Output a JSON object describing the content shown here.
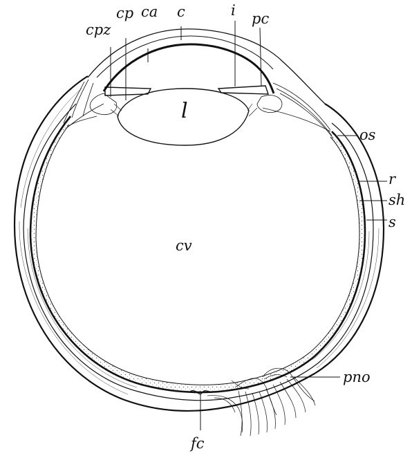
{
  "diagram": {
    "labels": {
      "c": "c",
      "ca": "ca",
      "cp": "cp",
      "cpz": "cpz",
      "i": "i",
      "pc": "pc",
      "l": "l",
      "os": "os",
      "r": "r",
      "sh": "sh",
      "s": "s",
      "cv": "cv",
      "pno": "pno",
      "fc": "fc"
    },
    "ink_color": "#111111",
    "background_color": "#ffffff"
  }
}
